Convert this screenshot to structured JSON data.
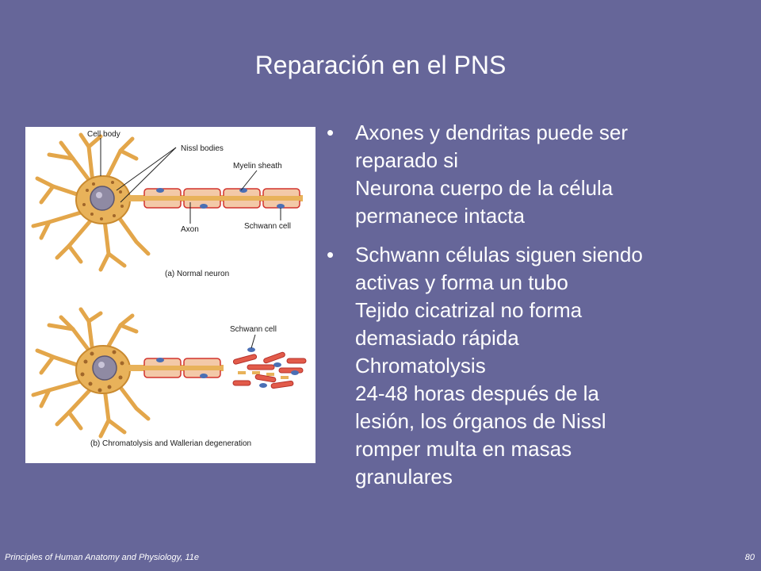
{
  "slide": {
    "title": "Reparación en el PNS",
    "footer_left": "Principles of Human Anatomy and Physiology, 11e",
    "page_number": "80"
  },
  "bullets": [
    {
      "lines": [
        "Axones y dendritas puede ser",
        "reparado si",
        "Neurona cuerpo de la célula",
        "permanece intacta"
      ]
    },
    {
      "lines": [
        "Schwann células siguen siendo",
        "activas y forma un tubo",
        "Tejido cicatrizal no forma",
        "demasiado rápida",
        "Chromatolysis",
        "24-48 horas después de la",
        "lesión, los órganos de Nissl",
        "romper multa en masas",
        "granulares"
      ]
    }
  ],
  "figure": {
    "label_cell_body": "Cell body",
    "label_nissl_bodies": "Nissl bodies",
    "label_myelin_sheath": "Myelin sheath",
    "label_axon": "Axon",
    "label_schwann_cell_a": "Schwann cell",
    "caption_a": "(a) Normal neuron",
    "label_schwann_cell_b": "Schwann cell",
    "caption_b": "(b) Chromatolysis and Wallerian degeneration"
  },
  "colors": {
    "background": "#666699",
    "neuron_body": "#e8b25a",
    "myelin": "#f3c9a8",
    "schwann_outline": "#d2322d",
    "nucleus": "#8f8aa3"
  }
}
